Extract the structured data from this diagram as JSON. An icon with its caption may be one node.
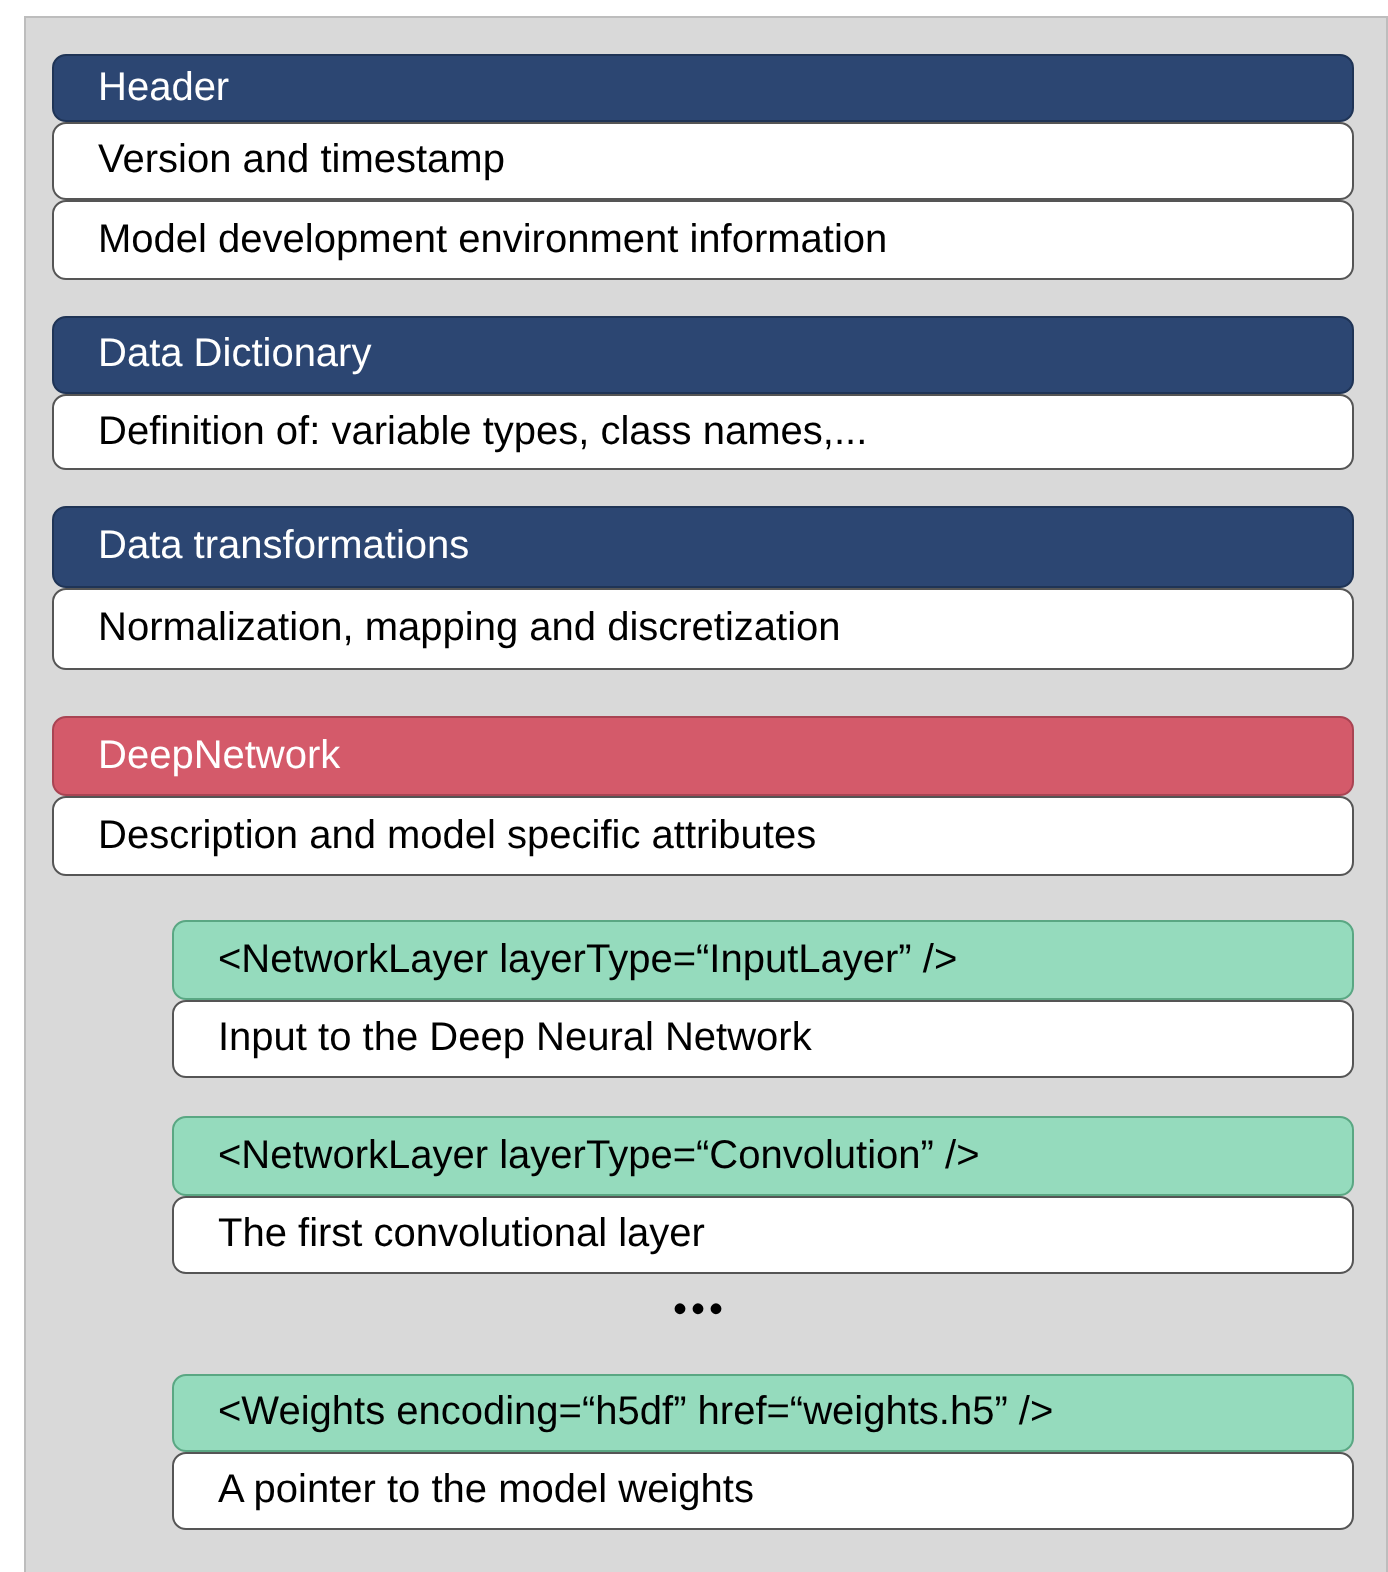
{
  "diagram": {
    "nodes": [
      {
        "text": [
          "Header"
        ]
      },
      {
        "text": [
          "Version and timestamp"
        ]
      },
      {
        "text": [
          "Model development environment information"
        ]
      },
      {
        "text": [
          "Data Dictionary"
        ]
      },
      {
        "text": [
          "Definition of: variable types, class names,..."
        ]
      },
      {
        "text": [
          "Data transformations"
        ]
      },
      {
        "text": [
          "Normalization, mapping and discretization"
        ]
      },
      {
        "text": [
          "DeepNetwork"
        ]
      },
      {
        "text": [
          "Description and model specific attributes"
        ]
      },
      {
        "text": [
          "<NetworkLayer layerType=“InputLayer” />"
        ]
      },
      {
        "text": [
          "Input to the Deep Neural Network"
        ]
      },
      {
        "text": [
          "<NetworkLayer layerType=“Convolution” />"
        ]
      },
      {
        "text": [
          "The first convolutional layer"
        ]
      },
      {
        "text": [
          "<Weights encoding=“h5df” href=“weights.h5” />"
        ]
      },
      {
        "text": [
          "A pointer to the model weights"
        ]
      }
    ],
    "labels": [
      "•••"
    ]
  }
}
